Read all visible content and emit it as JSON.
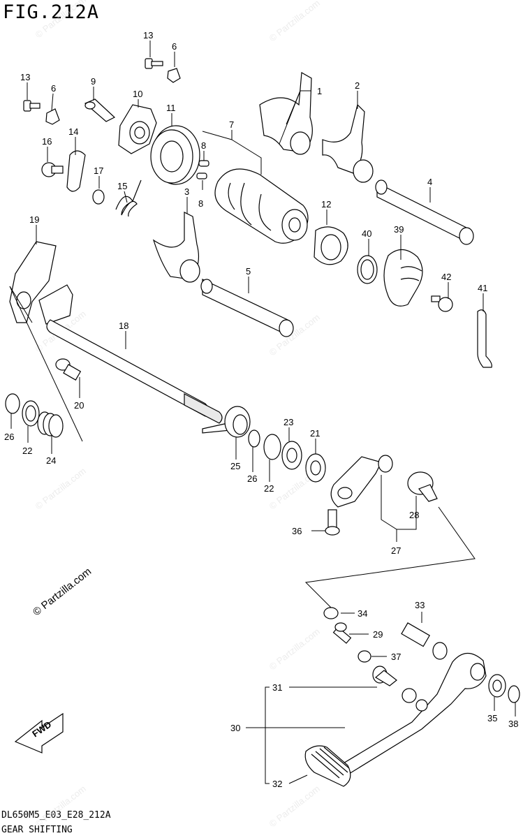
{
  "figure": {
    "title": "FIG.212A",
    "footer_code": "DL650M5_E03_E28_212A",
    "footer_name": "GEAR SHIFTING",
    "watermark": "© Partzilla.com",
    "fwd_label": "FWD"
  },
  "callouts": [
    {
      "id": "c1",
      "label": "1"
    },
    {
      "id": "c2",
      "label": "2"
    },
    {
      "id": "c3",
      "label": "3"
    },
    {
      "id": "c4",
      "label": "4"
    },
    {
      "id": "c5",
      "label": "5"
    },
    {
      "id": "c6a",
      "label": "6"
    },
    {
      "id": "c6b",
      "label": "6"
    },
    {
      "id": "c7",
      "label": "7"
    },
    {
      "id": "c8a",
      "label": "8"
    },
    {
      "id": "c8b",
      "label": "8"
    },
    {
      "id": "c9",
      "label": "9"
    },
    {
      "id": "c10",
      "label": "10"
    },
    {
      "id": "c11",
      "label": "11"
    },
    {
      "id": "c12",
      "label": "12"
    },
    {
      "id": "c13a",
      "label": "13"
    },
    {
      "id": "c13b",
      "label": "13"
    },
    {
      "id": "c14",
      "label": "14"
    },
    {
      "id": "c15",
      "label": "15"
    },
    {
      "id": "c16",
      "label": "16"
    },
    {
      "id": "c17",
      "label": "17"
    },
    {
      "id": "c18",
      "label": "18"
    },
    {
      "id": "c19",
      "label": "19"
    },
    {
      "id": "c20",
      "label": "20"
    },
    {
      "id": "c21",
      "label": "21"
    },
    {
      "id": "c22a",
      "label": "22"
    },
    {
      "id": "c22b",
      "label": "22"
    },
    {
      "id": "c23",
      "label": "23"
    },
    {
      "id": "c24",
      "label": "24"
    },
    {
      "id": "c25",
      "label": "25"
    },
    {
      "id": "c26a",
      "label": "26"
    },
    {
      "id": "c26b",
      "label": "26"
    },
    {
      "id": "c27",
      "label": "27"
    },
    {
      "id": "c28",
      "label": "28"
    },
    {
      "id": "c29",
      "label": "29"
    },
    {
      "id": "c30",
      "label": "30"
    },
    {
      "id": "c31",
      "label": "31"
    },
    {
      "id": "c32",
      "label": "32"
    },
    {
      "id": "c33",
      "label": "33"
    },
    {
      "id": "c34",
      "label": "34"
    },
    {
      "id": "c35",
      "label": "35"
    },
    {
      "id": "c36",
      "label": "36"
    },
    {
      "id": "c37",
      "label": "37"
    },
    {
      "id": "c38",
      "label": "38"
    },
    {
      "id": "c39",
      "label": "39"
    },
    {
      "id": "c40",
      "label": "40"
    },
    {
      "id": "c41",
      "label": "41"
    },
    {
      "id": "c42",
      "label": "42"
    }
  ]
}
